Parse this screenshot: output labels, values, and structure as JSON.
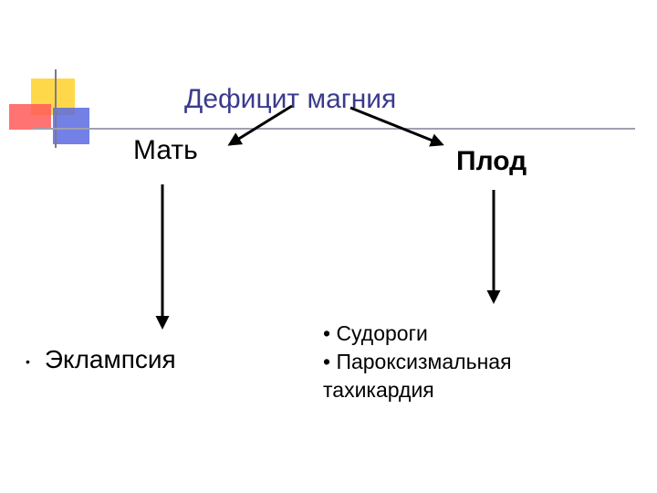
{
  "title": "Дефицит магния",
  "nodes": {
    "mother": "Мать",
    "fetus": "Плод"
  },
  "outcomes": {
    "mother": {
      "bullet": "•",
      "text": "Эклампсия"
    },
    "fetus": [
      "• Судороги",
      "• Пароксизмальная",
      "тахикардия"
    ]
  },
  "colors": {
    "title_text": "#3a3a8c",
    "deco_yellow": "#ffd84a",
    "deco_red": "#ff5a5a",
    "deco_blue": "#5a6ae0",
    "rule_line": "#a0a0b0"
  }
}
